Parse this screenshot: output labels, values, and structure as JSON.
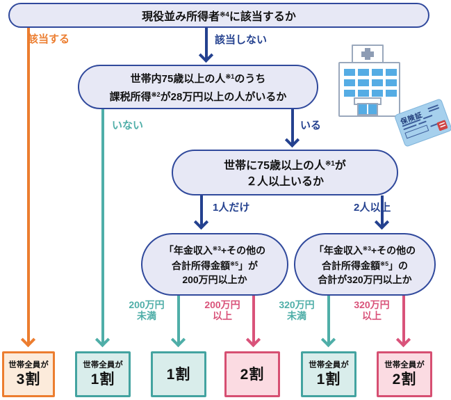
{
  "palette": {
    "navy": "#24418F",
    "node_fill": "#E7E8F5",
    "node_border": "#30499C",
    "orange": "#EC7D2F",
    "orange_fill": "#FCEBDB",
    "teal": "#4FAEA8",
    "teal_fill": "#D9EDEB",
    "pink": "#D9537A",
    "pink_fill": "#FBDBE2",
    "hospital_blue": "#55ACE4",
    "card_blue": "#A6D0ED",
    "stamp_red": "#CF4444"
  },
  "nodes": {
    "q1": {
      "p1": "現役並み所得者",
      "s1": "※4",
      "p2": "に該当するか"
    },
    "q2": {
      "l1p1": "世帯内75歳以上の人",
      "l1s": "※1",
      "l1p2": "のうち",
      "l2p1": "課税所得",
      "l2s": "※2",
      "l2p2": "が28万円以上の人がいるか"
    },
    "q3": {
      "l1p1": "世帯に75歳以上の人",
      "l1s": "※1",
      "l1p2": "が",
      "l2": "２人以上いるか"
    },
    "q4a": {
      "l1p1": "「年金収入",
      "l1s": "※3",
      "l1p2": "+その他の",
      "l2p1": "合計所得金額",
      "l2s": "※5",
      "l2p2": "」が",
      "l3": "200万円以上か"
    },
    "q4b": {
      "l1p1": "「年金収入",
      "l1s": "※3",
      "l1p2": "+その他の",
      "l2p1": "合計所得金額",
      "l2s": "※5",
      "l2p2": "」の",
      "l3": "合計が320万円以上か"
    }
  },
  "edges": {
    "applies": "該当する",
    "not_applies": "該当しない",
    "not_exists": "いない",
    "exists": "いる",
    "only_one": "1人だけ",
    "two_or_more": "2人以上",
    "under_200_l1": "200万円",
    "under_200_l2": "未満",
    "over_200_l1": "200万円",
    "over_200_l2": "以上",
    "under_320_l1": "320万円",
    "under_320_l2": "未満",
    "over_320_l1": "320万円",
    "over_320_l2": "以上"
  },
  "results": [
    {
      "prefix": "世帯全員が",
      "rate": "3割"
    },
    {
      "prefix": "世帯全員が",
      "rate": "1割"
    },
    {
      "rate": "1割"
    },
    {
      "rate": "2割"
    },
    {
      "prefix": "世帯全員が",
      "rate": "1割"
    },
    {
      "prefix": "世帯全員が",
      "rate": "2割"
    }
  ],
  "icons": {
    "hospital": "hospital-building",
    "insurance_card_title": "保険証"
  }
}
